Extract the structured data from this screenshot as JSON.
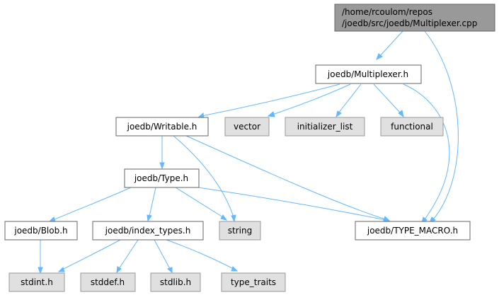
{
  "root": {
    "line1": "/home/rcoulom/repos",
    "line2": "/joedb/src/joedb/Multiplexer.cpp"
  },
  "nodes": {
    "multiplexer_h": "joedb/Multiplexer.h",
    "writable_h": "joedb/Writable.h",
    "vector": "vector",
    "initializer_list": "initializer_list",
    "functional": "functional",
    "type_h": "joedb/Type.h",
    "blob_h": "joedb/Blob.h",
    "index_types_h": "joedb/index_types.h",
    "string": "string",
    "type_macro_h": "joedb/TYPE_MACRO.h",
    "stdint_h": "stdint.h",
    "stddef_h": "stddef.h",
    "stdlib_h": "stdlib.h",
    "type_traits": "type_traits"
  },
  "colors": {
    "root_fill": "#999999",
    "project_fill": "#ffffff",
    "system_fill": "#e0e0e0",
    "border_dark": "#666666",
    "border_system": "#999999",
    "edge": "#63b8ff"
  }
}
